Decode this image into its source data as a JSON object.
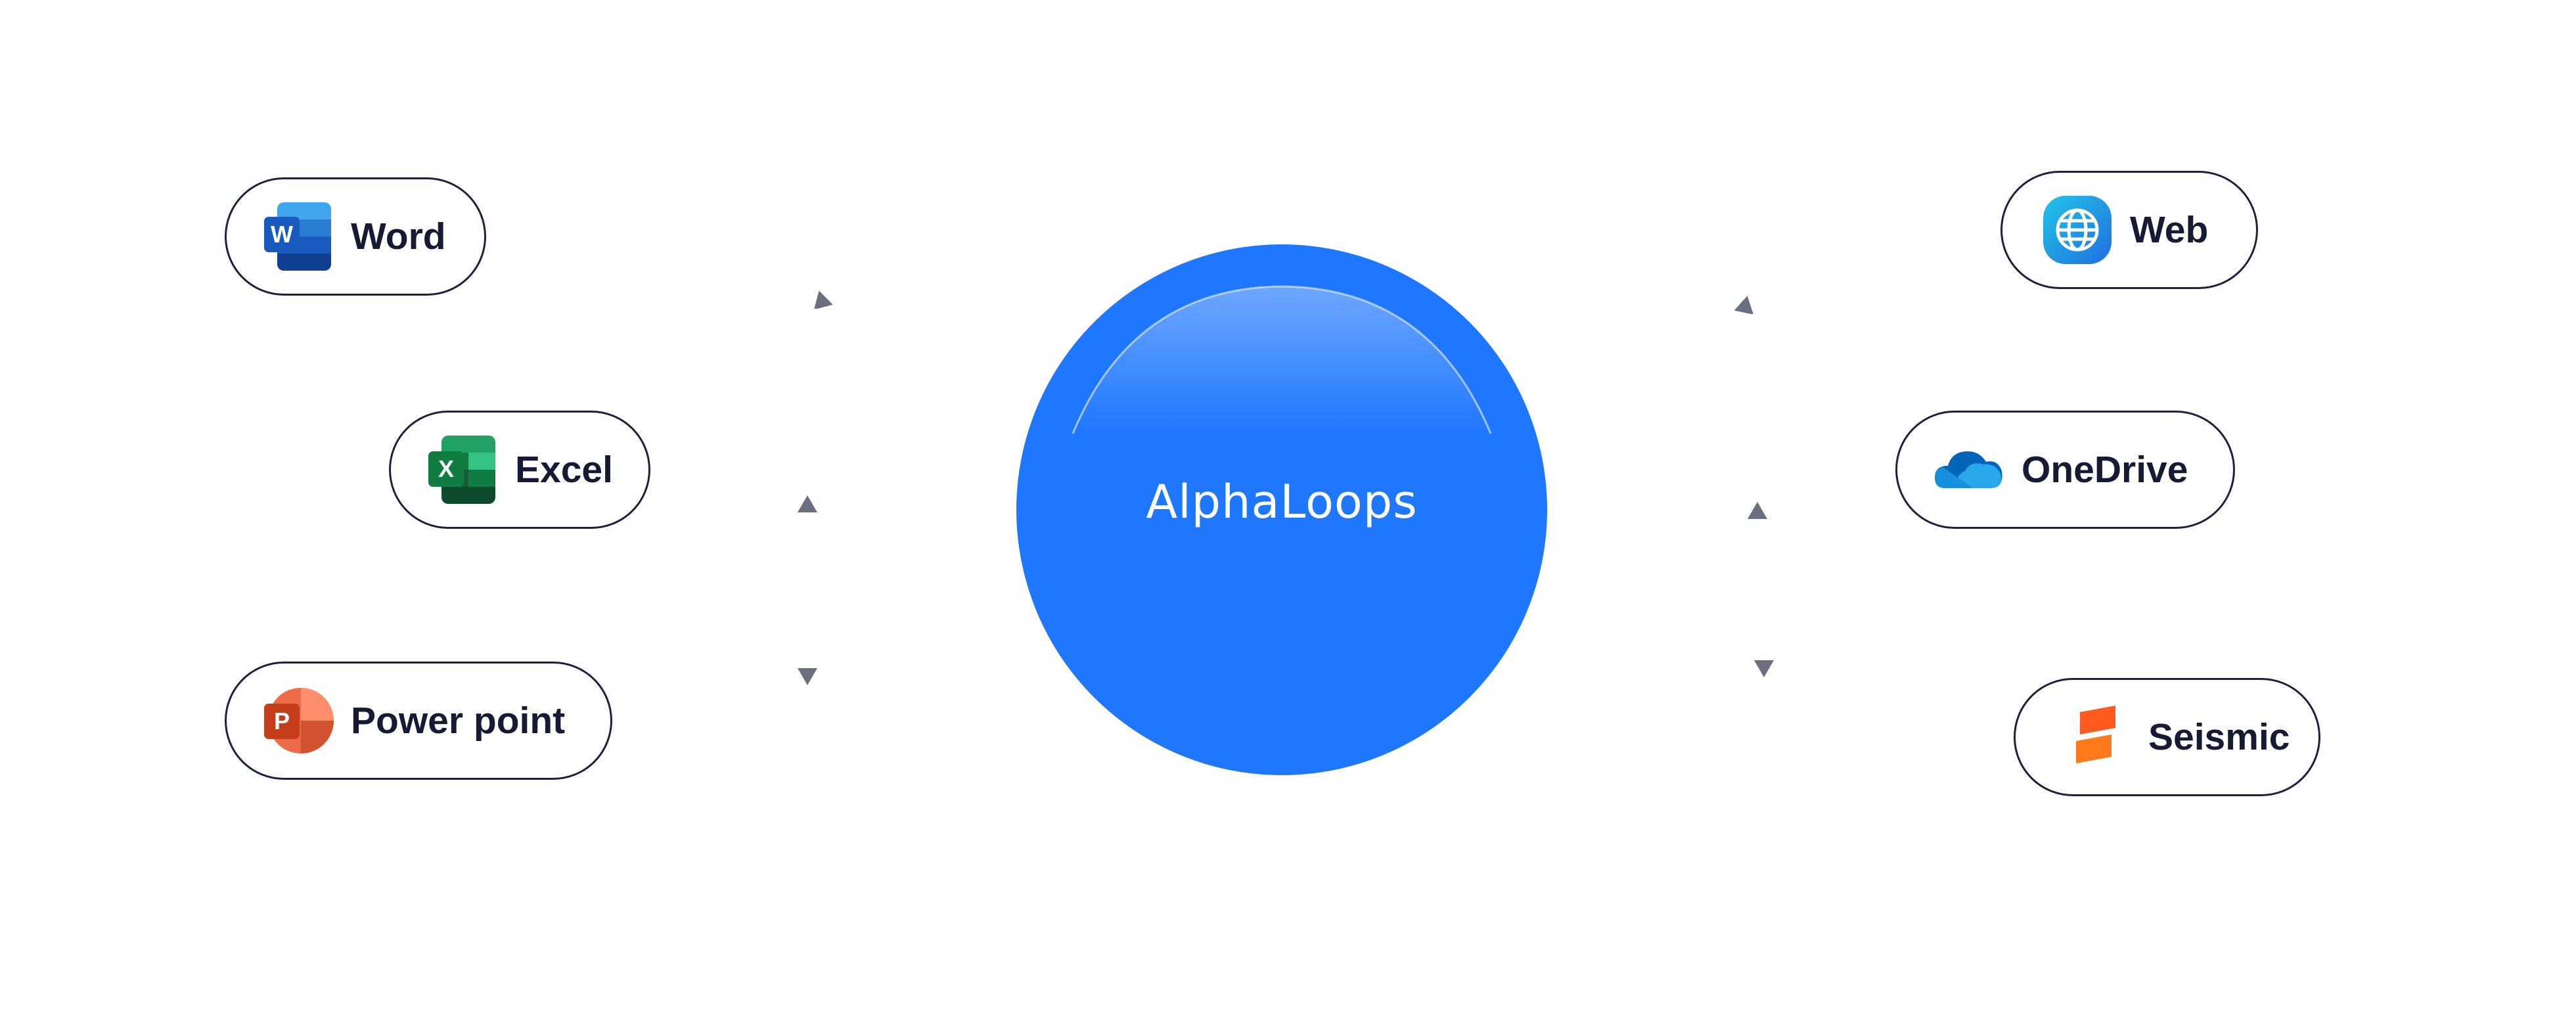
{
  "hub": {
    "name": "AlphaLoops",
    "color": "#1f77ff"
  },
  "sources": [
    {
      "label": "Word",
      "icon": "word-icon"
    },
    {
      "label": "Excel",
      "icon": "excel-icon"
    },
    {
      "label": "Power point",
      "icon": "powerpoint-icon"
    },
    {
      "label": "Web",
      "icon": "web-globe-icon"
    },
    {
      "label": "OneDrive",
      "icon": "onedrive-cloud-icon"
    },
    {
      "label": "Seismic",
      "icon": "seismic-icon"
    }
  ],
  "colors": {
    "pill_border": "#1b2140",
    "label_text": "#161b33",
    "arrow": "#6b6f80"
  }
}
